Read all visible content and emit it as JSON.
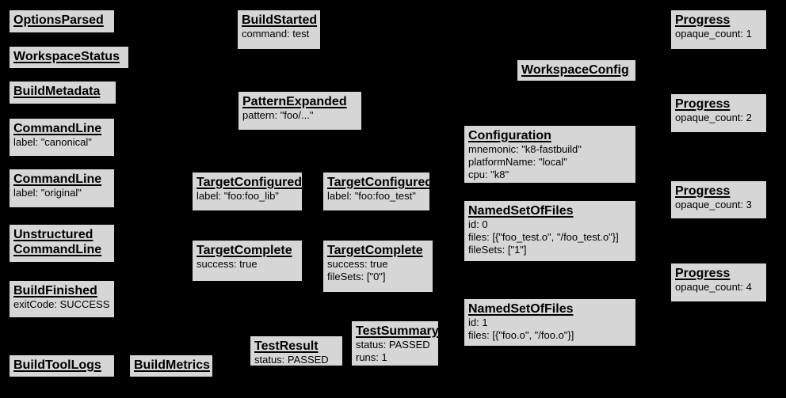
{
  "diagram": {
    "colors": {
      "background": "#000000",
      "node_fill": "#d6d6d6",
      "node_border": "#000000",
      "text": "#000000"
    }
  },
  "boxes": [
    {
      "title": "OptionsParsed",
      "lines": []
    },
    {
      "title": "WorkspaceStatus",
      "lines": []
    },
    {
      "title": "BuildMetadata",
      "lines": []
    },
    {
      "title": "CommandLine",
      "lines": [
        "label: \"canonical\""
      ]
    },
    {
      "title": "CommandLine",
      "lines": [
        "label: \"original\""
      ]
    },
    {
      "title": "Unstructured",
      "title2": "CommandLine",
      "lines": []
    },
    {
      "title": "BuildFinished",
      "lines": [
        "exitCode: SUCCESS"
      ]
    },
    {
      "title": "BuildToolLogs",
      "lines": []
    },
    {
      "title": "BuildMetrics",
      "lines": []
    },
    {
      "title": "BuildStarted",
      "lines": [
        "command: test"
      ]
    },
    {
      "title": "PatternExpanded",
      "lines": [
        "pattern: \"foo/...\""
      ]
    },
    {
      "title": "TargetConfigured",
      "lines": [
        "label: \"foo:foo_lib\""
      ]
    },
    {
      "title": "TargetConfigured",
      "lines": [
        "label: \"foo:foo_test\""
      ]
    },
    {
      "title": "TargetComplete",
      "lines": [
        "success: true"
      ]
    },
    {
      "title": "TargetComplete",
      "lines": [
        "success: true",
        "fileSets: [\"0\"]"
      ]
    },
    {
      "title": "TestResult",
      "lines": [
        "status: PASSED"
      ]
    },
    {
      "title": "TestSummary",
      "lines": [
        "status: PASSED",
        "runs: 1"
      ]
    },
    {
      "title": "WorkspaceConfig",
      "lines": []
    },
    {
      "title": "Configuration",
      "lines": [
        "mnemonic: \"k8-fastbuild\"",
        "platformName: \"local\"",
        "cpu: \"k8\""
      ]
    },
    {
      "title": "NamedSetOfFiles",
      "lines": [
        "id: 0",
        "files: [{\"foo_test.o\", \"/foo_test.o\"}]",
        "fileSets: [\"1\"]"
      ]
    },
    {
      "title": "NamedSetOfFiles",
      "lines": [
        "id: 1",
        "files: [{\"foo.o\", \"/foo.o\"}]"
      ]
    },
    {
      "title": "Progress",
      "lines": [
        "opaque_count: 1"
      ]
    },
    {
      "title": "Progress",
      "lines": [
        "opaque_count: 2"
      ]
    },
    {
      "title": "Progress",
      "lines": [
        "opaque_count: 3"
      ]
    },
    {
      "title": "Progress",
      "lines": [
        "opaque_count: 4"
      ]
    }
  ]
}
